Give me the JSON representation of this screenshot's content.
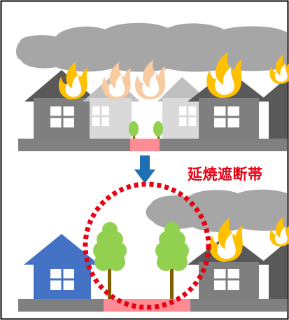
{
  "caption": "延焼遮断帯",
  "colors": {
    "border": "#000000",
    "smoke": "#a6a6a6",
    "house_dark": "#595959",
    "house_wall": "#7f7f7f",
    "house_light": "#bfbfbf",
    "house_blue": "#4472c4",
    "ground": "#808080",
    "firebreak": "#ff8b94",
    "arrow": "#1f6fb5",
    "tree_leaf": "#92d050",
    "tree_trunk": "#7f6000",
    "circle": "#e60012",
    "flame_outer": "#ffc000",
    "flame_inner": "#ffffff",
    "caption_text": "#e60012"
  },
  "panels": [
    {
      "name": "before",
      "fire_spreading": true
    },
    {
      "name": "after",
      "fire_blocked": true
    }
  ]
}
